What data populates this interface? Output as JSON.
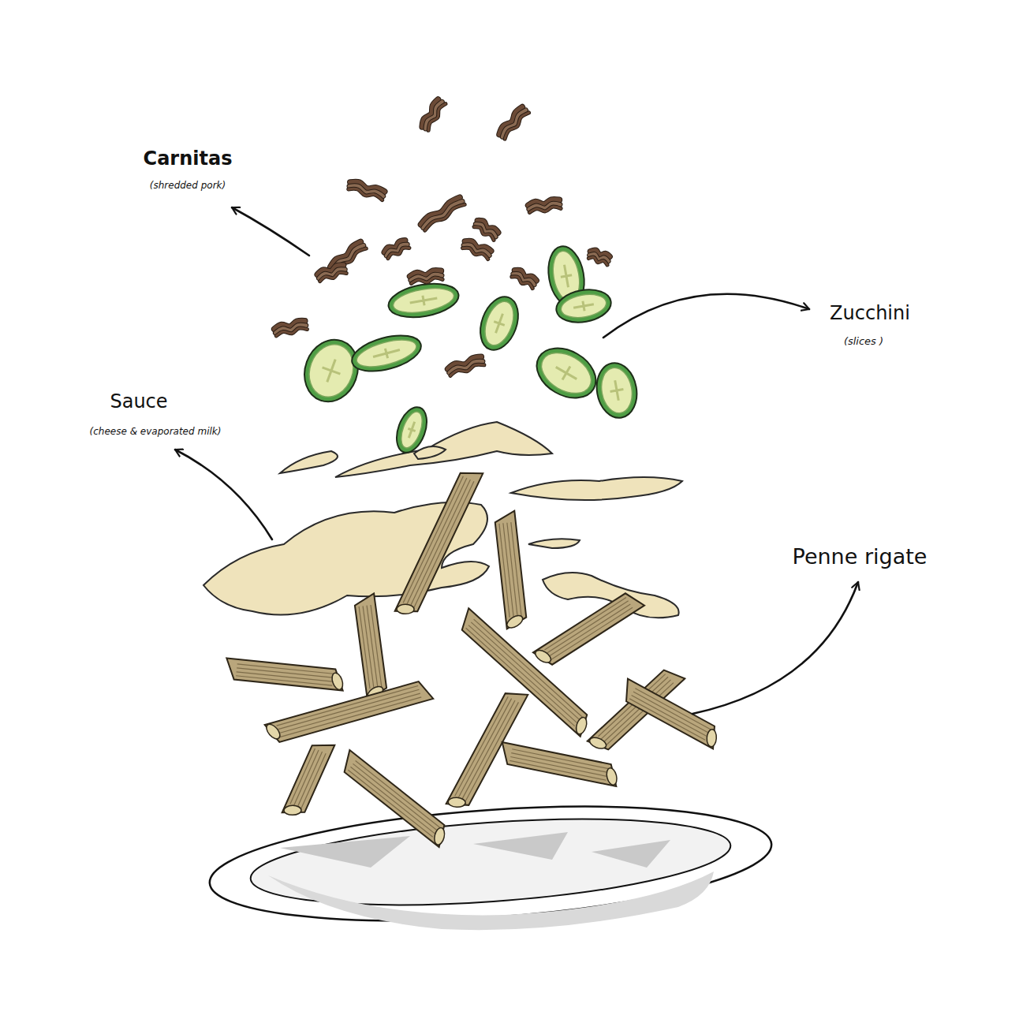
{
  "diagram": {
    "labels": [
      "Carnitas",
      "(shredded pork)",
      "Zucchini",
      "(slices )",
      "Sauce",
      "(cheese & evaporated milk)",
      "Penne rigate"
    ]
  }
}
